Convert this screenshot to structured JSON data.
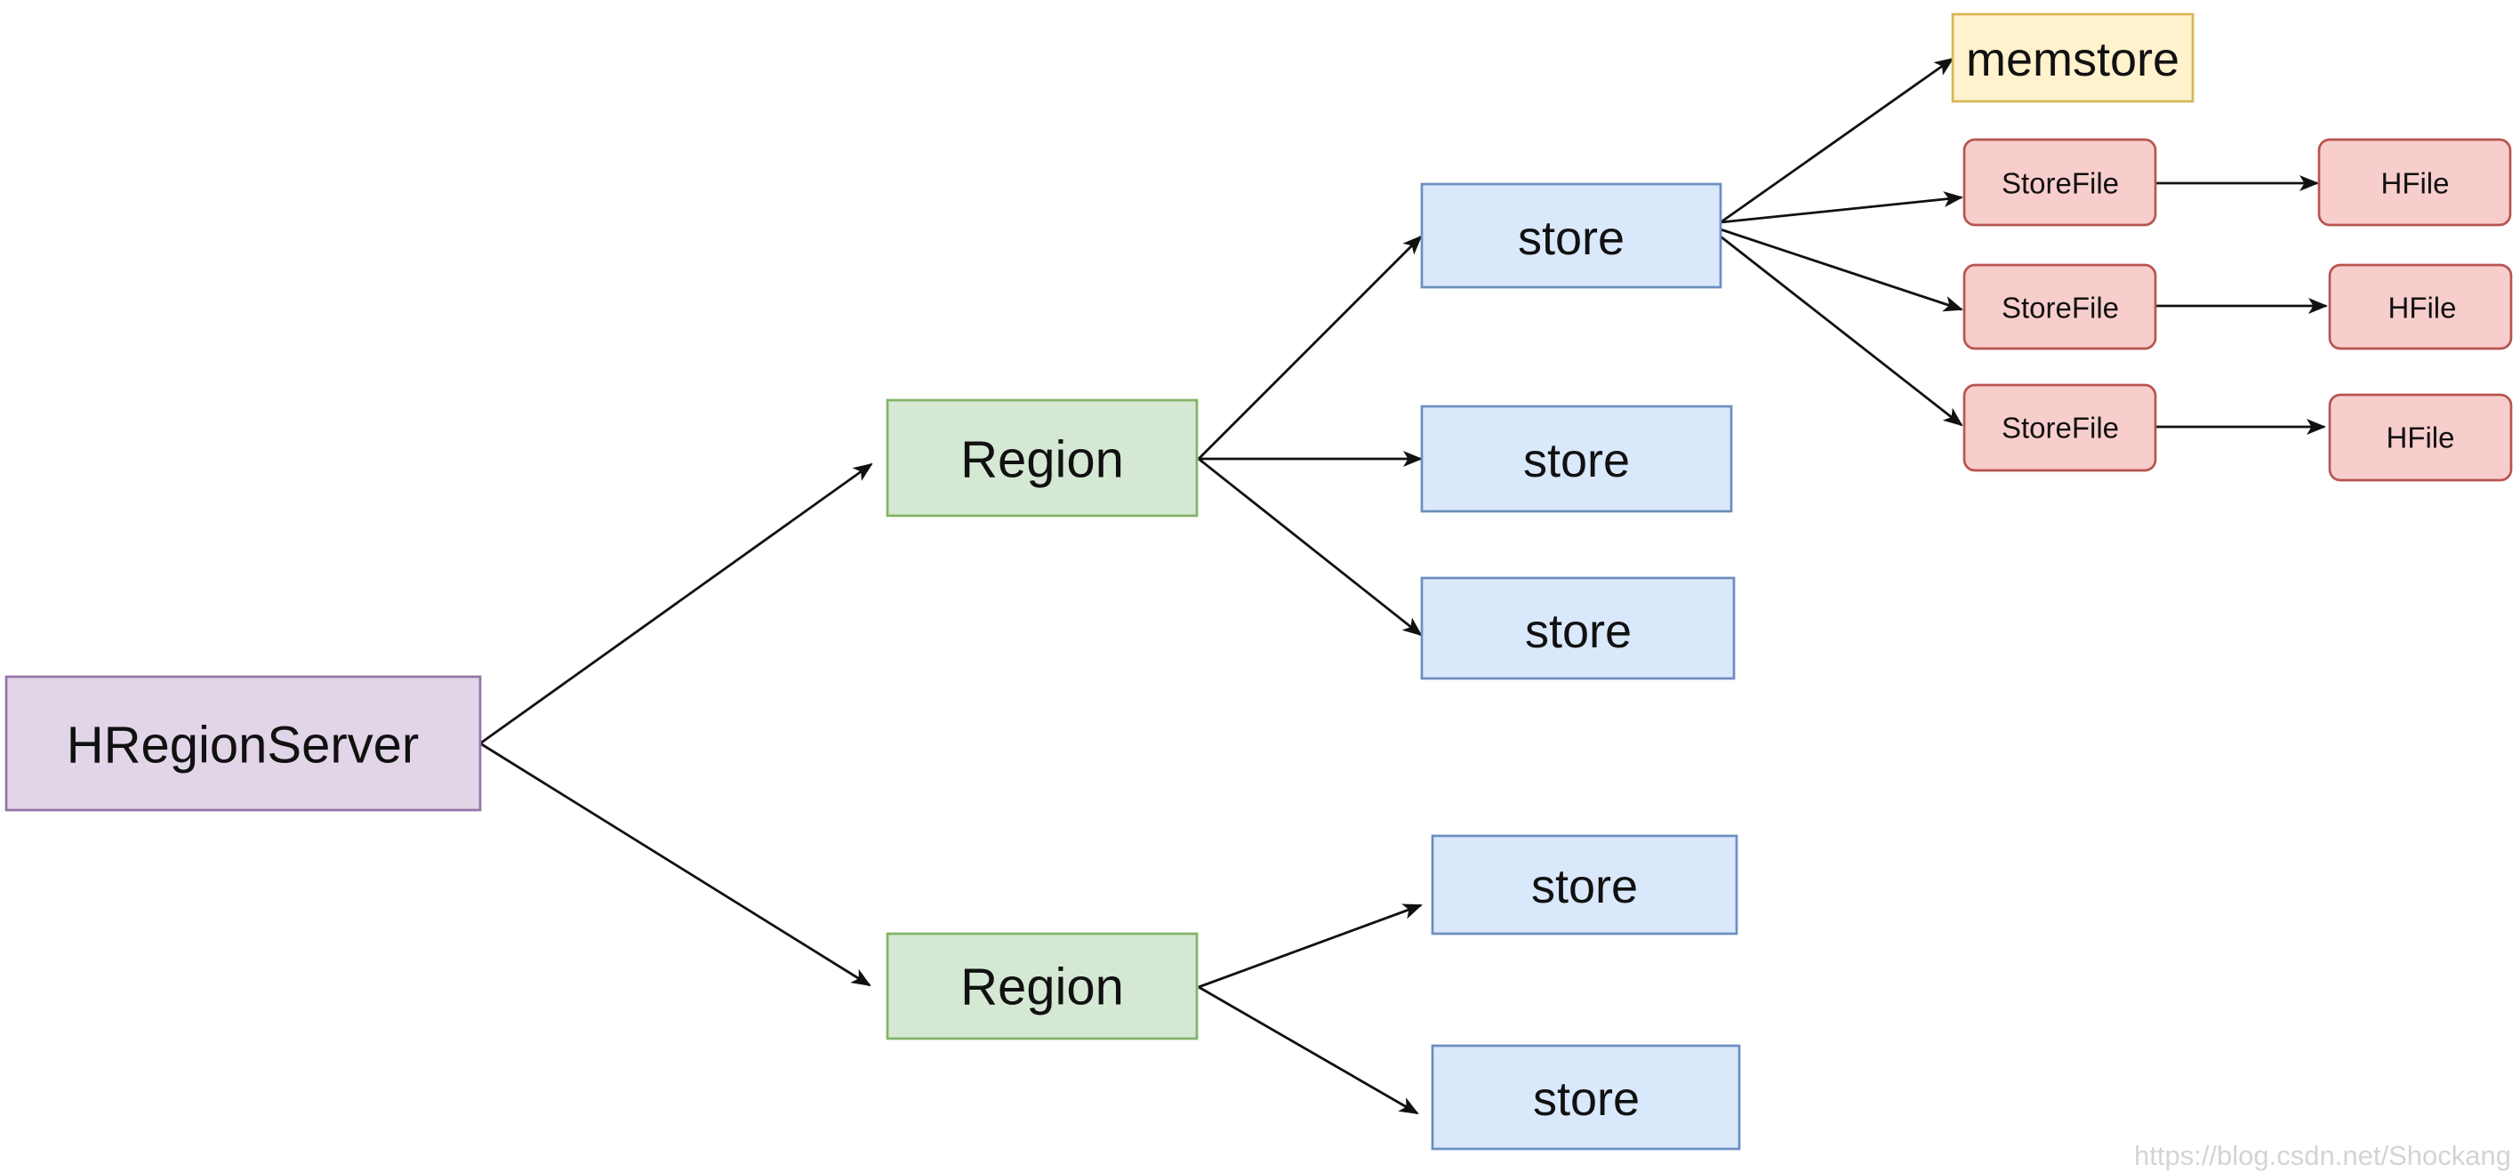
{
  "nodes": {
    "hregionserver": "HRegionServer",
    "region_1": "Region",
    "region_2": "Region",
    "store_1": "store",
    "store_2": "store",
    "store_3": "store",
    "store_4": "store",
    "store_5": "store",
    "memstore": "memstore",
    "storefile_1": "StoreFile",
    "storefile_2": "StoreFile",
    "storefile_3": "StoreFile",
    "hfile_1": "HFile",
    "hfile_2": "HFile",
    "hfile_3": "HFile"
  },
  "watermark": "https://blog.csdn.net/Shockang",
  "colors": {
    "hregionserver_fill": "#e1d5e7",
    "region_fill": "#d5e8d4",
    "store_fill": "#dae8fc",
    "memstore_fill": "#fff2cc",
    "storefile_fill": "#f8cecc"
  }
}
